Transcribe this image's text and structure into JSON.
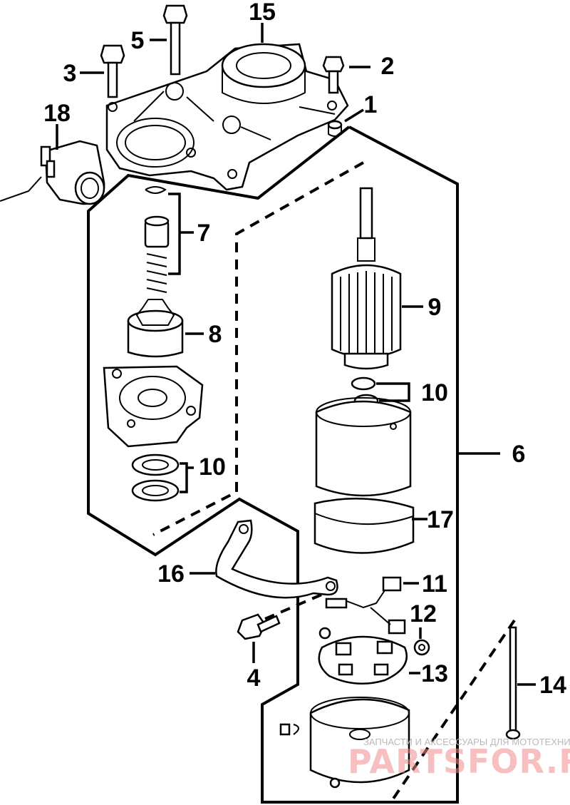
{
  "callouts": {
    "c1": "1",
    "c2": "2",
    "c3": "3",
    "c4": "4",
    "c5": "5",
    "c6": "6",
    "c7": "7",
    "c8": "8",
    "c9": "9",
    "c10a": "10",
    "c10b": "10",
    "c11": "11",
    "c12": "12",
    "c13": "13",
    "c14": "14",
    "c15": "15",
    "c16": "16",
    "c17": "17",
    "c18": "18"
  },
  "watermark": {
    "tagline": "ЗАПЧАСТИ И АКСЕССУАРЫ ДЛЯ МОТОТЕХНИКИ",
    "brand": "PARTSFOR.RU",
    "color": "#f08a8a"
  }
}
